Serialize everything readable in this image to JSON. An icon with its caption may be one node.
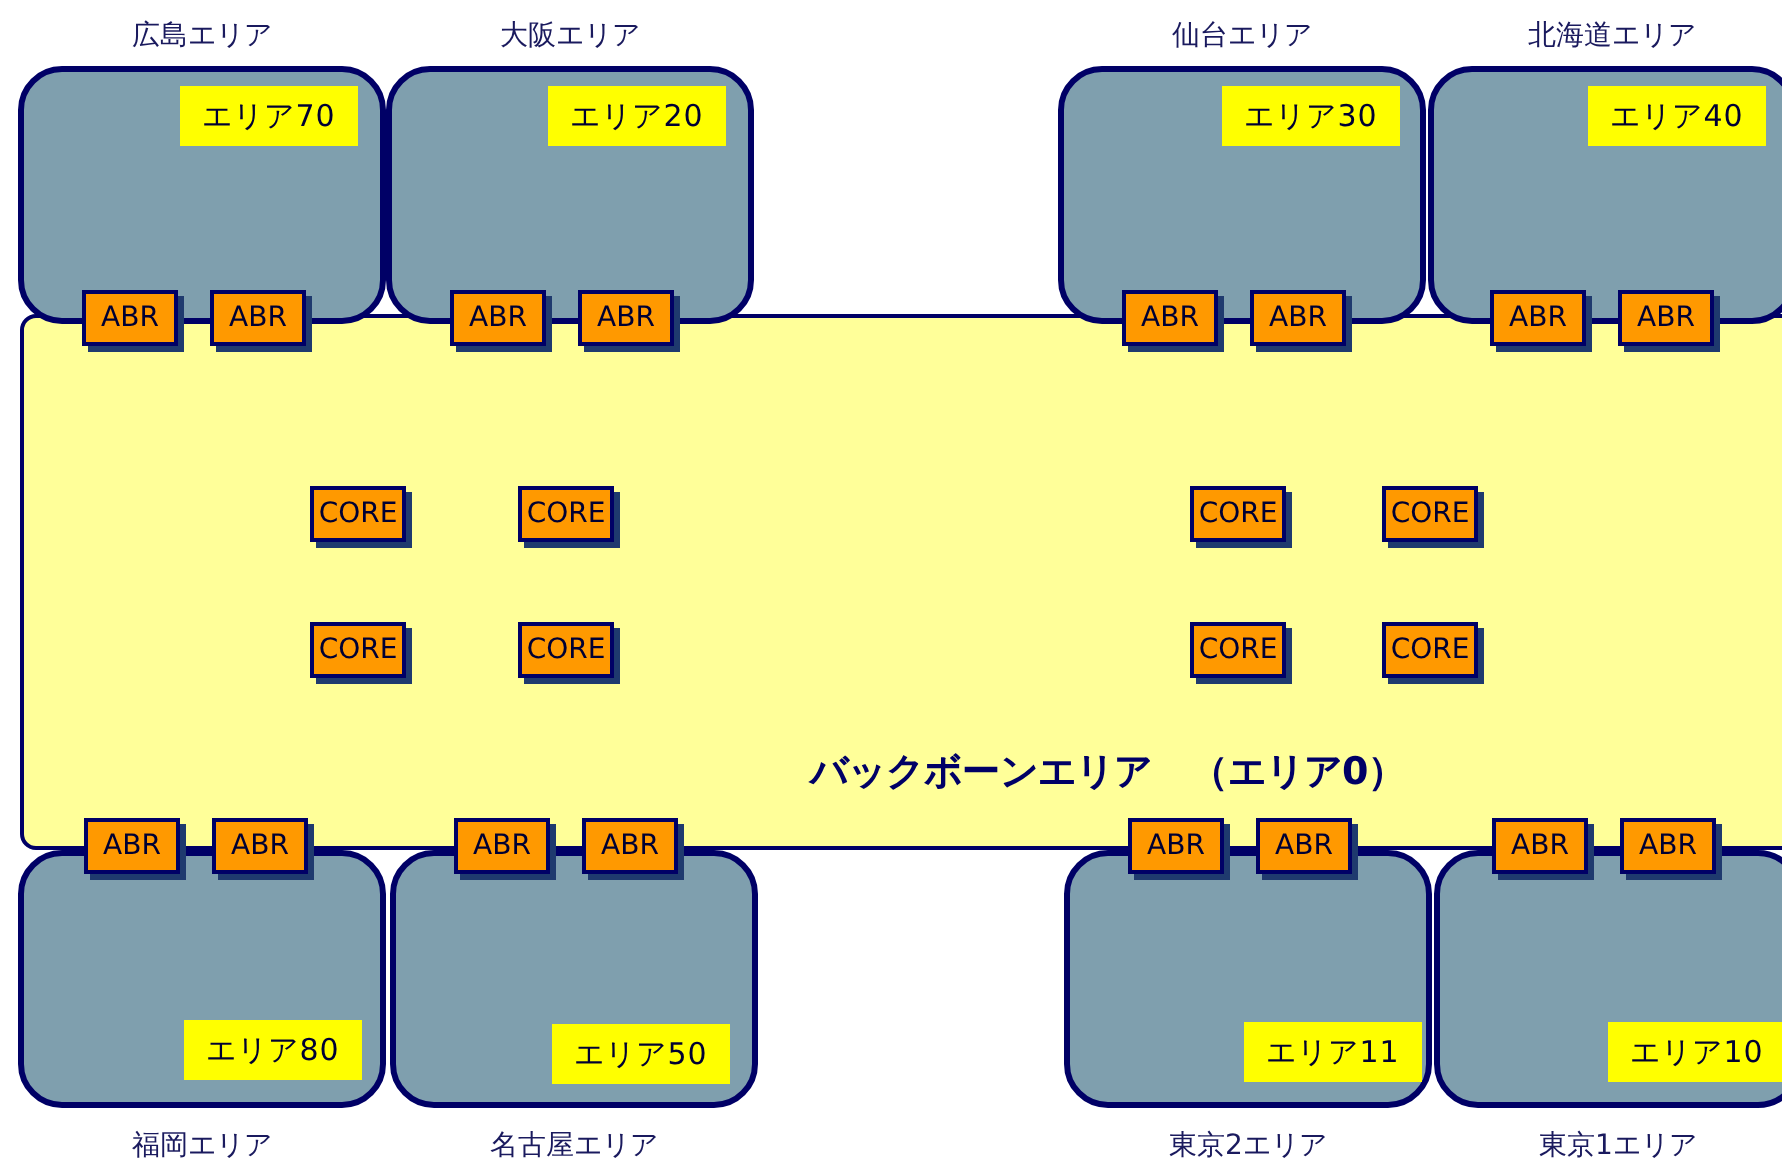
{
  "diagram": {
    "nodes": [
      {
        "text": [
          "バックボーンエリア　（エリア0）"
        ]
      },
      {
        "text": [
          "CORE"
        ],
        "in": 0
      },
      {
        "text": [
          "CORE"
        ],
        "in": 0
      },
      {
        "text": [
          "CORE"
        ],
        "in": 0
      },
      {
        "text": [
          "CORE"
        ],
        "in": 0
      },
      {
        "text": [
          "CORE"
        ],
        "in": 0
      },
      {
        "text": [
          "CORE"
        ],
        "in": 0
      },
      {
        "text": [
          "CORE"
        ],
        "in": 0
      },
      {
        "text": [
          "CORE"
        ],
        "in": 0
      },
      {
        "text": [
          "広島エリア"
        ]
      },
      {
        "text": [
          "エリア70"
        ],
        "in": 9
      },
      {
        "text": [
          "大阪エリア"
        ]
      },
      {
        "text": [
          "エリア20"
        ],
        "in": 11
      },
      {
        "text": [
          "仙台エリア"
        ]
      },
      {
        "text": [
          "エリア30"
        ],
        "in": 13
      },
      {
        "text": [
          "北海道エリア"
        ]
      },
      {
        "text": [
          "エリア40"
        ],
        "in": 15
      },
      {
        "text": [
          "福岡エリア"
        ]
      },
      {
        "text": [
          "エリア80"
        ],
        "in": 17
      },
      {
        "text": [
          "名古屋エリア"
        ]
      },
      {
        "text": [
          "エリア50"
        ],
        "in": 19
      },
      {
        "text": [
          "東京2エリア"
        ]
      },
      {
        "text": [
          "エリア11"
        ],
        "in": 21
      },
      {
        "text": [
          "東京1エリア"
        ]
      },
      {
        "text": [
          "エリア10"
        ],
        "in": 23
      },
      {
        "text": [
          "ABR"
        ]
      },
      {
        "text": [
          "ABR"
        ]
      },
      {
        "text": [
          "ABR"
        ]
      },
      {
        "text": [
          "ABR"
        ]
      },
      {
        "text": [
          "ABR"
        ]
      },
      {
        "text": [
          "ABR"
        ]
      },
      {
        "text": [
          "ABR"
        ]
      },
      {
        "text": [
          "ABR"
        ]
      },
      {
        "text": [
          "ABR"
        ]
      },
      {
        "text": [
          "ABR"
        ]
      },
      {
        "text": [
          "ABR"
        ]
      },
      {
        "text": [
          "ABR"
        ]
      },
      {
        "text": [
          "ABR"
        ]
      },
      {
        "text": [
          "ABR"
        ]
      },
      {
        "text": [
          "ABR"
        ]
      },
      {
        "text": [
          "ABR"
        ]
      }
    ],
    "edges": []
  }
}
